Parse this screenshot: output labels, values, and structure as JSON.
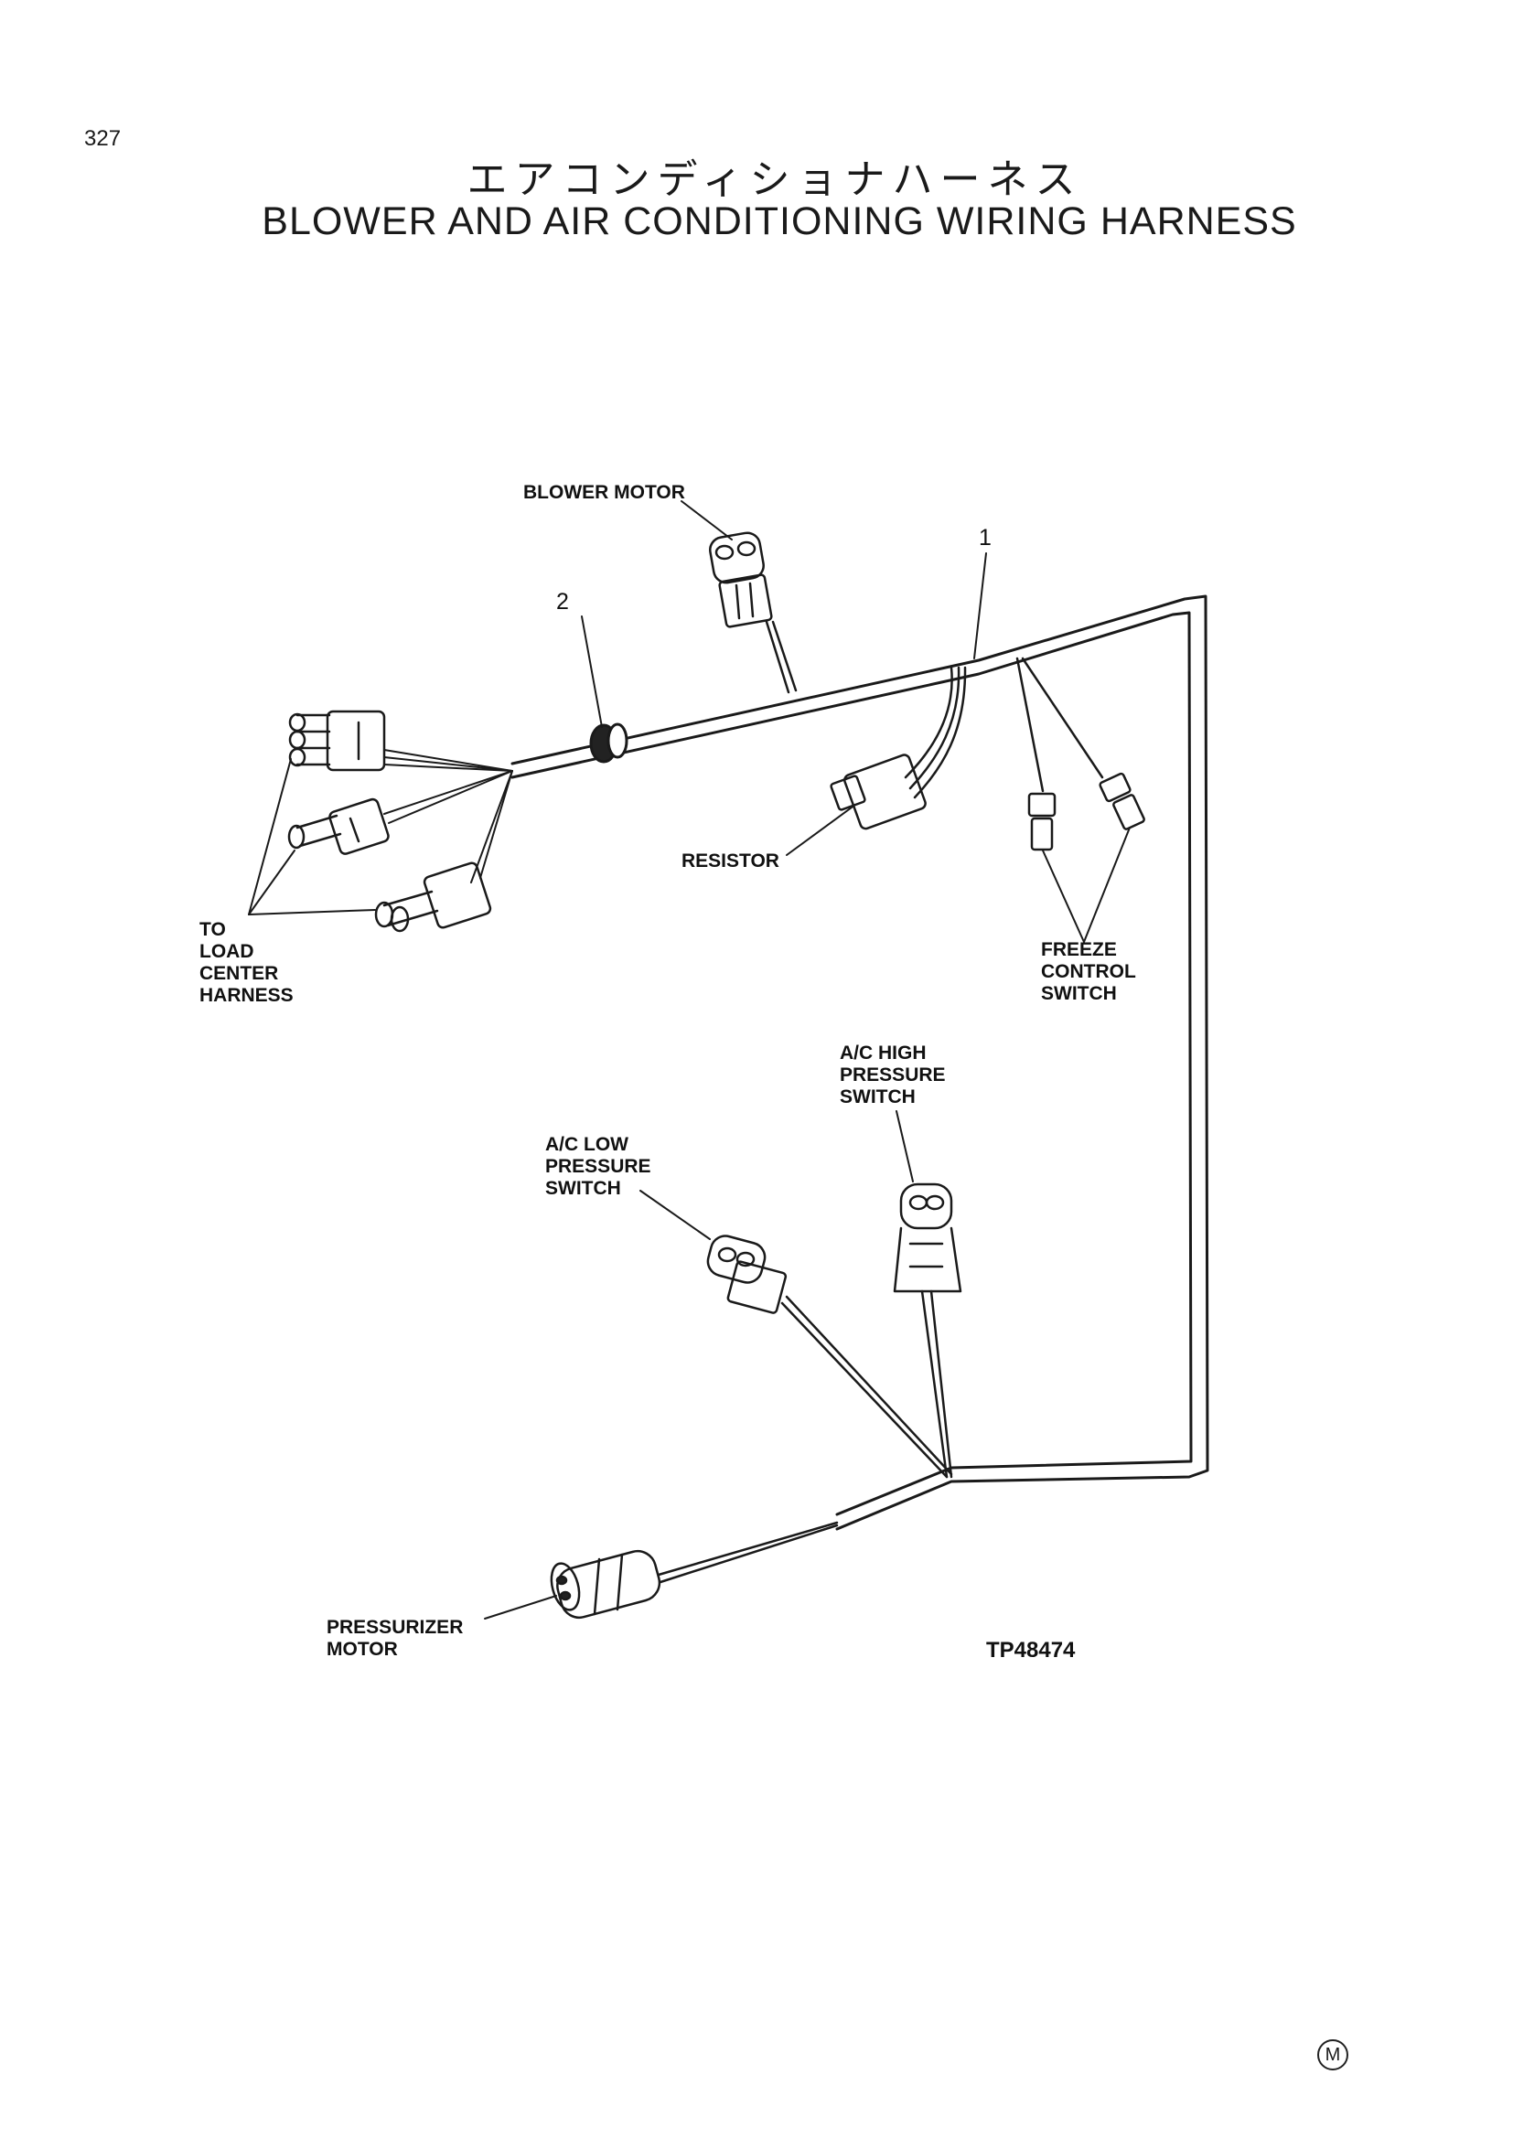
{
  "page_number": "327",
  "title_japanese": "エアコンディショナハーネス",
  "title_english": "BLOWER AND AIR CONDITIONING WIRING HARNESS",
  "diagram": {
    "callouts": {
      "item_1": "1",
      "item_2": "2"
    },
    "labels": {
      "blower_motor": "BLOWER MOTOR",
      "resistor": "RESISTOR",
      "to_load_center_harness": [
        "TO",
        "LOAD",
        "CENTER",
        "HARNESS"
      ],
      "freeze_control_switch": [
        "FREEZE",
        "CONTROL",
        "SWITCH"
      ],
      "ac_high_pressure_switch": [
        "A/C HIGH",
        "PRESSURE",
        "SWITCH"
      ],
      "ac_low_pressure_switch": [
        "A/C LOW",
        "PRESSURE",
        "SWITCH"
      ],
      "pressurizer_motor": [
        "PRESSURIZER",
        "MOTOR"
      ]
    },
    "figure_ref": "TP48474"
  },
  "footer_mark": "M"
}
